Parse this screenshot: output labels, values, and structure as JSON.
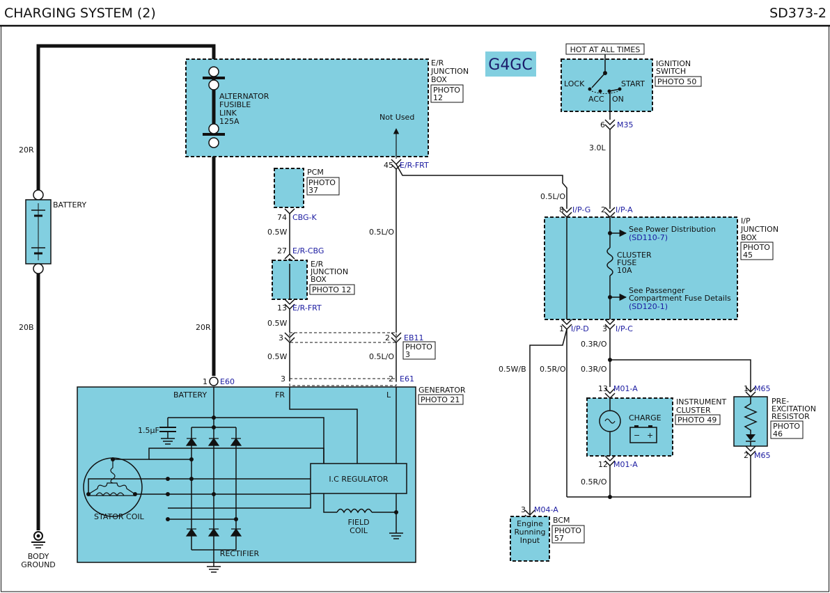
{
  "header": {
    "title": "CHARGING SYSTEM (2)",
    "page_id": "SD373-2",
    "engine_badge": "G4GC"
  },
  "battery": {
    "label": "BATTERY",
    "wire_top": "20R",
    "wire_bottom": "20B",
    "ground": [
      "BODY",
      "GROUND"
    ]
  },
  "er_box_main": {
    "label": [
      "E/R",
      "JUNCTION",
      "BOX"
    ],
    "photo": [
      "PHOTO",
      "12"
    ],
    "fusible_link": [
      "ALTERNATOR",
      "FUSIBLE",
      "LINK",
      "125A"
    ],
    "not_used": "Not Used",
    "pin_num": "45",
    "pin_conn": "E/R-FRT"
  },
  "pcm": {
    "label": "PCM",
    "photo": [
      "PHOTO",
      "37"
    ],
    "pin_num": "74",
    "pin_conn": "CBG-K",
    "wire": "0.5W"
  },
  "er_box_2": {
    "label": [
      "E/R",
      "JUNCTION",
      "BOX"
    ],
    "photo": "PHOTO 12",
    "pin_top_num": "27",
    "pin_top_conn": "E/R-CBG",
    "pin_bottom_num": "13",
    "pin_bottom_conn": "E/R-FRT"
  },
  "middle_wires": {
    "w1": "0.5W",
    "w2": "0.5W",
    "w3": "0.5L/O",
    "c3_num": "3",
    "c2_num": "2",
    "eb11": "EB11",
    "eb11_photo": [
      "PHOTO",
      "3"
    ],
    "wl_lower": "0.5L/O",
    "w_e60_left": "20R"
  },
  "generator": {
    "label": "GENERATOR",
    "photo": "PHOTO 21",
    "e60_num": "1",
    "e60_conn": "E60",
    "e61_num_fr": "3",
    "e61_num_l": "2",
    "e61_conn": "E61",
    "battery_term": "BATTERY",
    "fr_term": "FR",
    "l_term": "L",
    "capacitor": "1.5μF",
    "regulator": "I.C REGULATOR",
    "field_coil": [
      "FIELD",
      "COIL"
    ],
    "stator": "STATOR COIL",
    "rectifier": "RECTIFIER"
  },
  "ignition": {
    "hot_label": "HOT AT ALL TIMES",
    "label": [
      "IGNITION",
      "SWITCH"
    ],
    "photo": "PHOTO 50",
    "lock": "LOCK",
    "acc": "ACC",
    "on": "ON",
    "start": "START",
    "m35_num": "6",
    "m35_conn": "M35",
    "wire": "3.0L"
  },
  "ip_box": {
    "label": [
      "I/P",
      "JUNCTION",
      "BOX"
    ],
    "photo": [
      "PHOTO",
      "45"
    ],
    "ipg_num": "8",
    "ipg_conn": "I/P-G",
    "ipa_num": "2",
    "ipa_conn": "I/P-A",
    "ipd_num": "1",
    "ipd_conn": "I/P-D",
    "ipc_num": "3",
    "ipc_conn": "I/P-C",
    "wire_ipg": "0.5L/O",
    "power_dist": "See Power Distribution",
    "power_ref": "(SD110-7)",
    "fuse": [
      "CLUSTER",
      "FUSE",
      "10A"
    ],
    "passenger": [
      "See Passenger",
      "Compartment Fuse Details"
    ],
    "passenger_ref": "(SD120-1)"
  },
  "right_wires": {
    "w_ipc1": "0.3R/O",
    "w_ipc2": "0.3R/O",
    "w_bcm": "0.5W/B",
    "w_ro": "0.5R/O",
    "w_bottom": "0.5R/O"
  },
  "cluster": {
    "label": [
      "INSTRUMENT",
      "CLUSTER"
    ],
    "photo": "PHOTO 49",
    "charge": "CHARGE",
    "top_num": "13",
    "top_conn": "M01-A",
    "bottom_num": "12",
    "bottom_conn": "M01-A"
  },
  "resistor": {
    "label": [
      "PRE-",
      "EXCITATION",
      "RESISTOR"
    ],
    "photo": [
      "PHOTO",
      "46"
    ],
    "top_num": "1",
    "top_conn": "M65",
    "bottom_num": "2",
    "bottom_conn": "M65"
  },
  "bcm": {
    "label": "BCM",
    "photo": [
      "PHOTO",
      "57"
    ],
    "text": [
      "Engine",
      "Running",
      "Input"
    ],
    "pin_num": "3",
    "pin_conn": "M04-A"
  }
}
